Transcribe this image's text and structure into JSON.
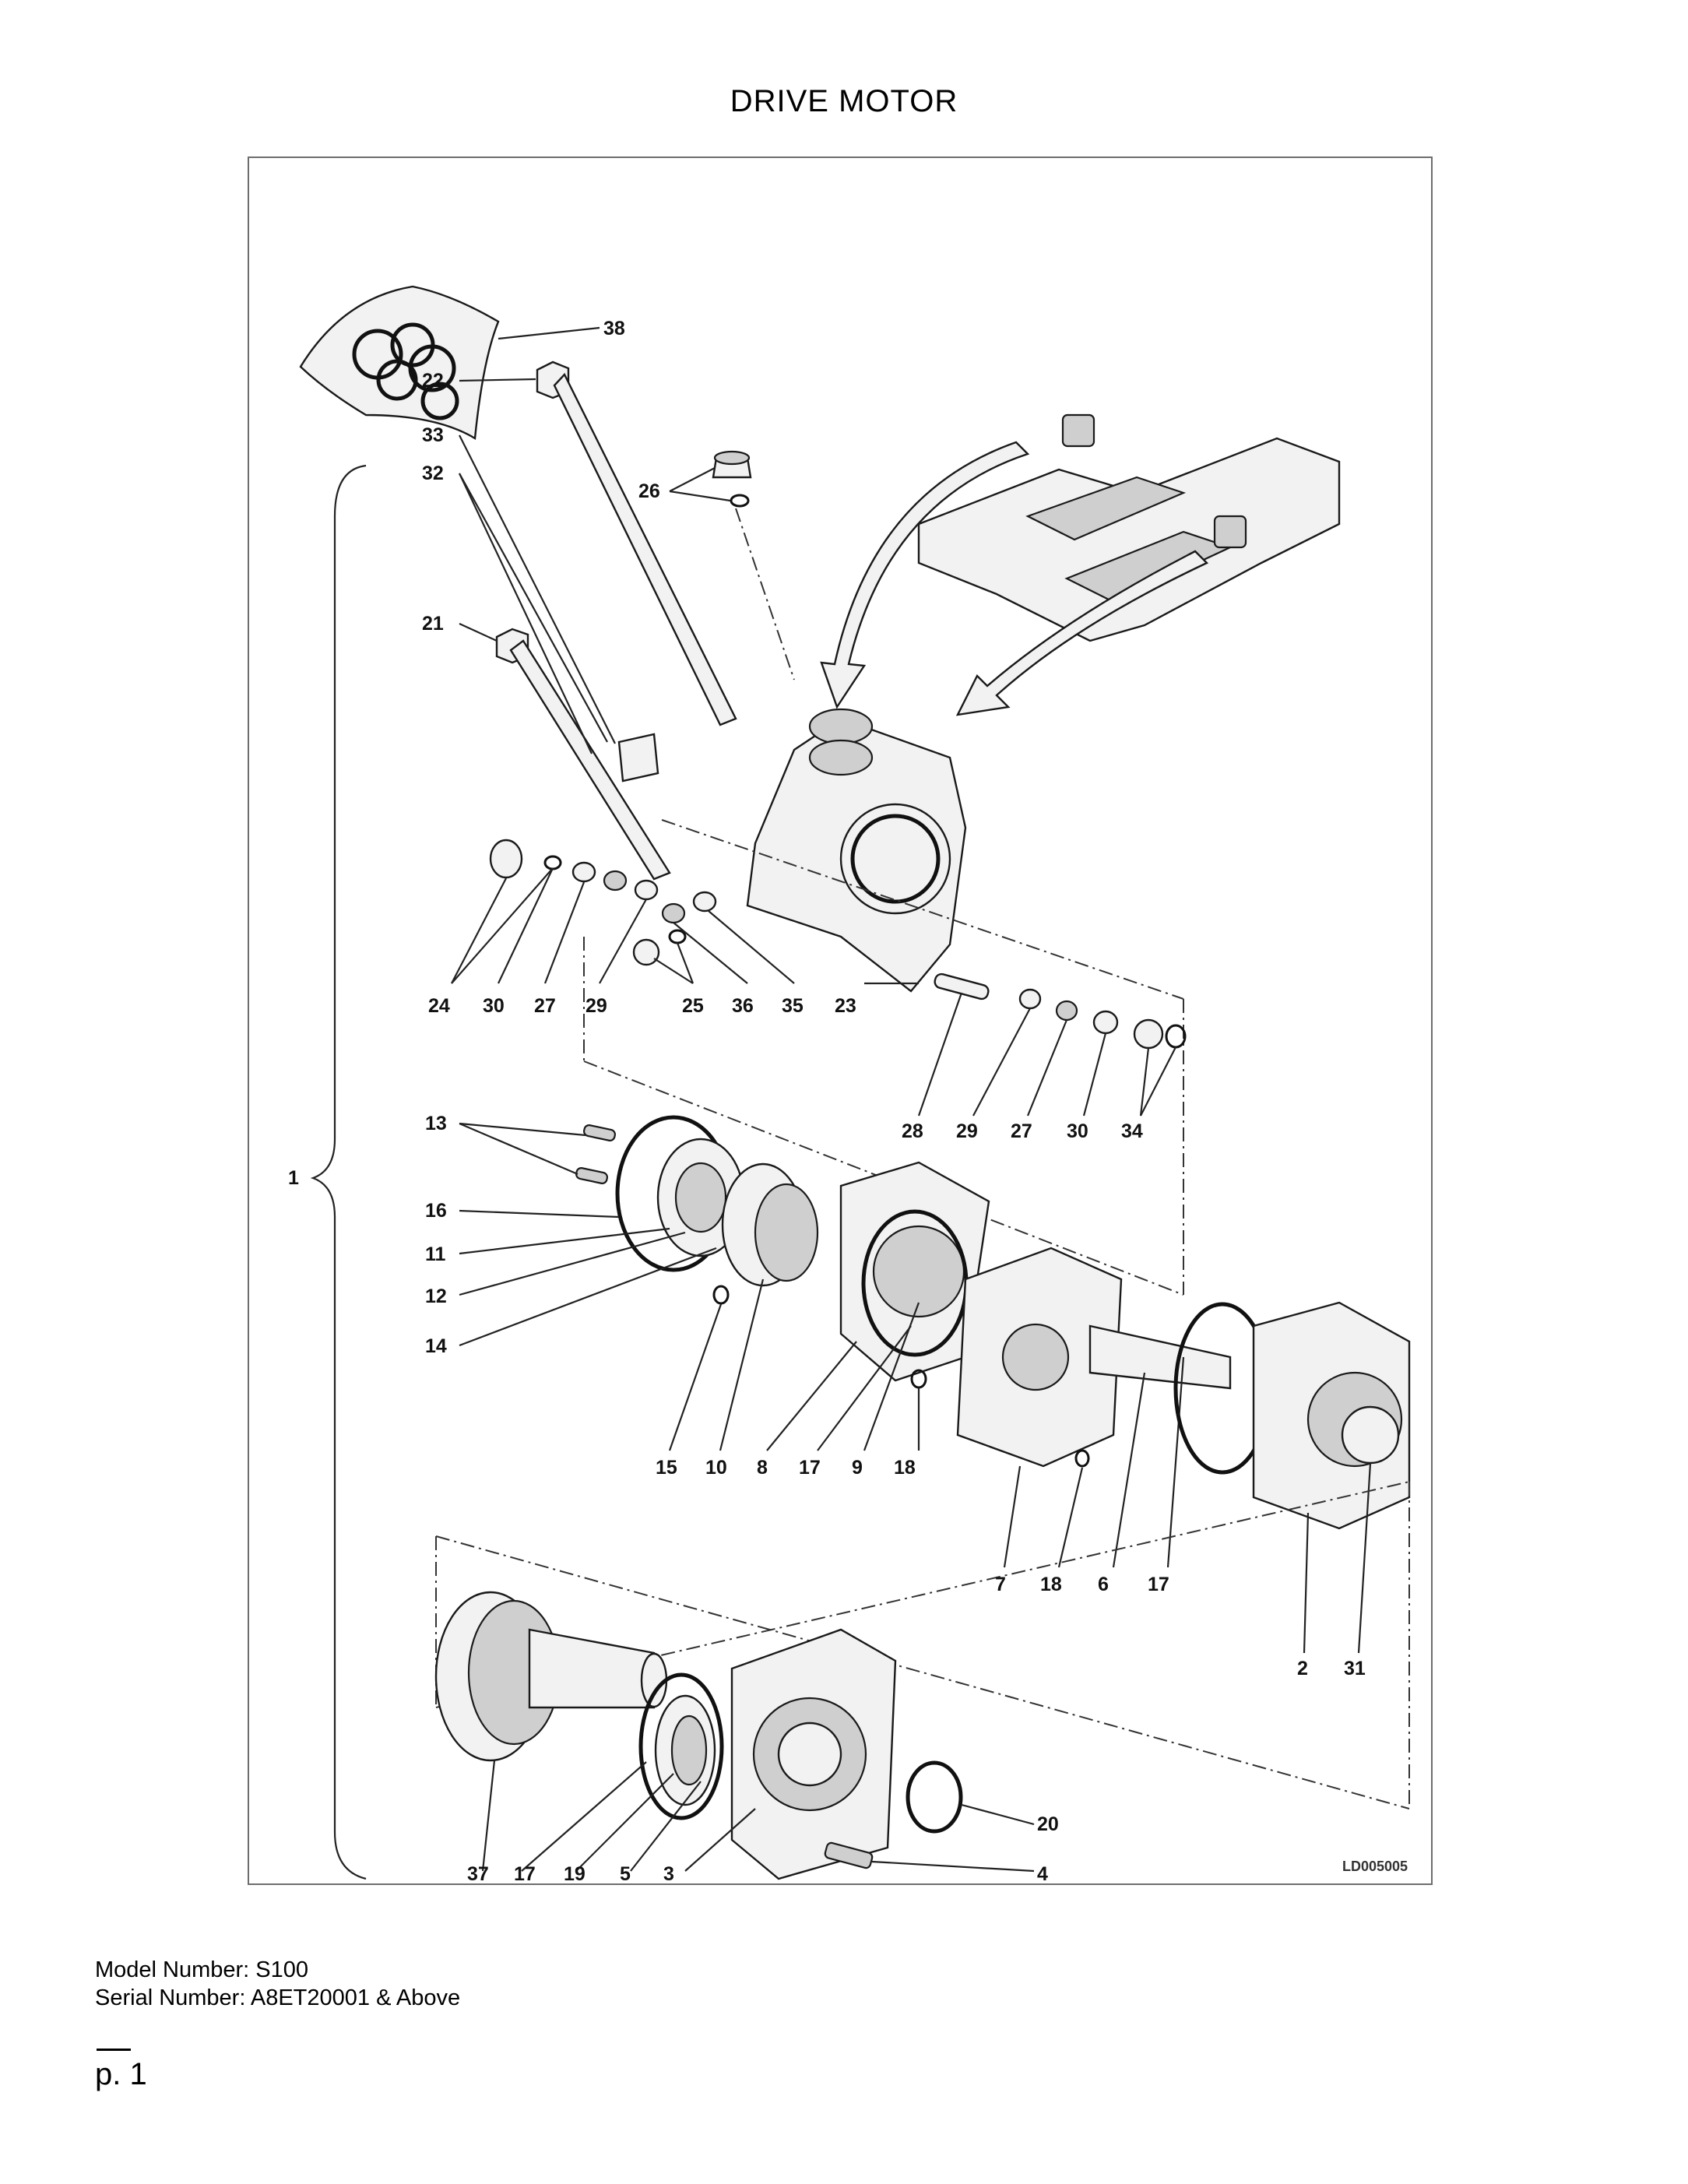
{
  "page_title": "DRIVE MOTOR",
  "figure": {
    "code": "LD005005",
    "callouts": [
      "1",
      "2",
      "3",
      "4",
      "5",
      "6",
      "7",
      "8",
      "9",
      "10",
      "11",
      "12",
      "13",
      "14",
      "15",
      "16",
      "17",
      "18",
      "19",
      "20",
      "21",
      "22",
      "23",
      "24",
      "25",
      "26",
      "27",
      "28",
      "29",
      "30",
      "31",
      "32",
      "33",
      "34",
      "35",
      "36",
      "37",
      "38"
    ]
  },
  "footer": {
    "model_line": "Model Number: S100",
    "serial_line": "Serial Number: A8ET20001 & Above",
    "page_number": "p. 1"
  }
}
